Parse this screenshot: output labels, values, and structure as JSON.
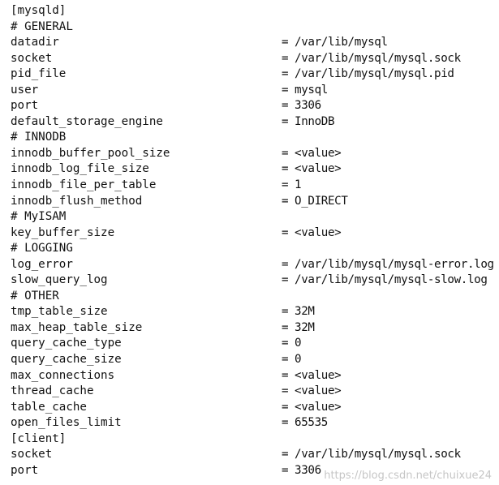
{
  "lines": [
    {
      "type": "text",
      "text": "[mysqld]"
    },
    {
      "type": "text",
      "text": "# GENERAL"
    },
    {
      "type": "kv",
      "key": "datadir",
      "eq": "=",
      "value": "/var/lib/mysql"
    },
    {
      "type": "kv",
      "key": "socket",
      "eq": "=",
      "value": "/var/lib/mysql/mysql.sock"
    },
    {
      "type": "kv",
      "key": "pid_file",
      "eq": "=",
      "value": "/var/lib/mysql/mysql.pid"
    },
    {
      "type": "kv",
      "key": "user",
      "eq": "=",
      "value": "mysql"
    },
    {
      "type": "kv",
      "key": "port",
      "eq": "=",
      "value": "3306"
    },
    {
      "type": "kv",
      "key": "default_storage_engine",
      "eq": "=",
      "value": "InnoDB"
    },
    {
      "type": "text",
      "text": "# INNODB"
    },
    {
      "type": "kv",
      "key": "innodb_buffer_pool_size",
      "eq": "=",
      "value": "<value>"
    },
    {
      "type": "kv",
      "key": "innodb_log_file_size",
      "eq": "=",
      "value": "<value>"
    },
    {
      "type": "kv",
      "key": "innodb_file_per_table",
      "eq": "=",
      "value": "1"
    },
    {
      "type": "kv",
      "key": "innodb_flush_method",
      "eq": "=",
      "value": "O_DIRECT"
    },
    {
      "type": "text",
      "text": "# MyISAM"
    },
    {
      "type": "kv",
      "key": "key_buffer_size",
      "eq": "=",
      "value": "<value>"
    },
    {
      "type": "text",
      "text": "# LOGGING"
    },
    {
      "type": "kv",
      "key": "log_error",
      "eq": "=",
      "value": "/var/lib/mysql/mysql-error.log"
    },
    {
      "type": "kv",
      "key": "slow_query_log",
      "eq": "=",
      "value": "/var/lib/mysql/mysql-slow.log"
    },
    {
      "type": "text",
      "text": "# OTHER"
    },
    {
      "type": "kv",
      "key": "tmp_table_size",
      "eq": "=",
      "value": "32M"
    },
    {
      "type": "kv",
      "key": "max_heap_table_size",
      "eq": "=",
      "value": "32M"
    },
    {
      "type": "kv",
      "key": "query_cache_type",
      "eq": "=",
      "value": "0"
    },
    {
      "type": "kv",
      "key": "query_cache_size",
      "eq": "=",
      "value": "0"
    },
    {
      "type": "kv",
      "key": "max_connections",
      "eq": "=",
      "value": "<value>"
    },
    {
      "type": "kv",
      "key": "thread_cache",
      "eq": "=",
      "value": "<value>"
    },
    {
      "type": "kv",
      "key": "table_cache",
      "eq": "=",
      "value": "<value>"
    },
    {
      "type": "kv",
      "key": "open_files_limit",
      "eq": "=",
      "value": "65535"
    },
    {
      "type": "text",
      "text": "[client]"
    },
    {
      "type": "kv",
      "key": "socket",
      "eq": "=",
      "value": "/var/lib/mysql/mysql.sock"
    },
    {
      "type": "kv",
      "key": "port",
      "eq": "=",
      "value": "3306"
    }
  ],
  "watermark": "https://blog.csdn.net/chuixue24"
}
